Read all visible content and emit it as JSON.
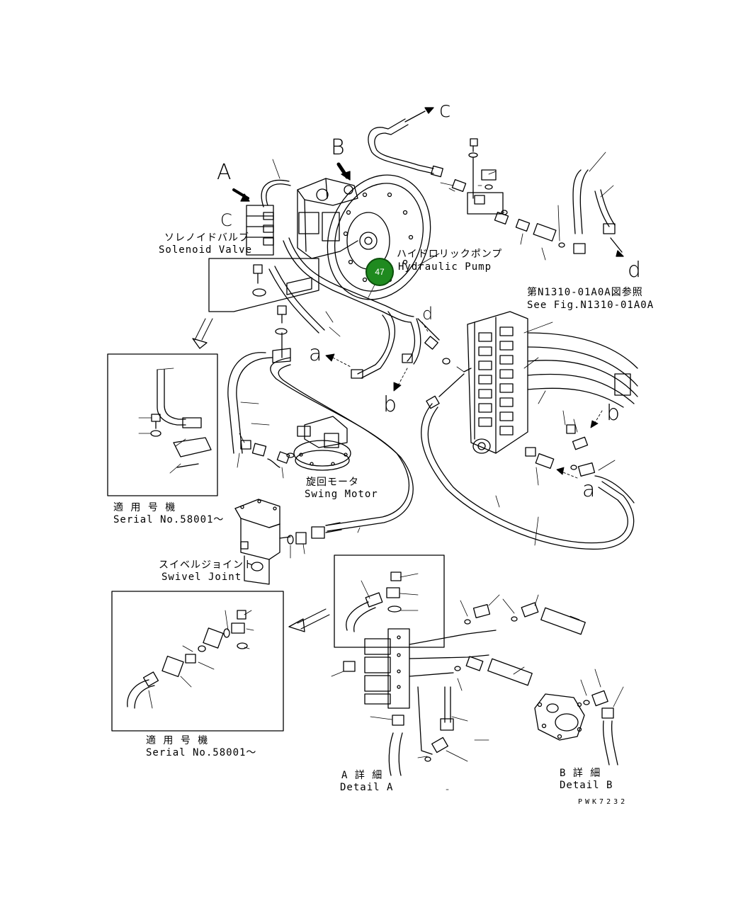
{
  "labels": {
    "solenoid_jp": "ソレノイドバルブ",
    "solenoid_en": "Solenoid Valve",
    "pump_jp": "ハイドロリックポンプ",
    "pump_en": "Hydraulic Pump",
    "ref_jp": "第N1310-01A0A図参照",
    "ref_en": "See Fig.N1310-01A0A",
    "swing_jp": "旋回モータ",
    "swing_en": "Swing Motor",
    "swivel_jp": "スイベルジョイント",
    "swivel_en": "Swivel Joint",
    "serial1_jp": "適 用 号 機",
    "serial1_en": "Serial No.58001～",
    "serial2_jp": "適 用 号 機",
    "serial2_en": "Serial No.58001～",
    "detail_a_jp": "A 詳 細",
    "detail_a_en": "Detail A",
    "detail_b_jp": "B 詳 細",
    "detail_b_en": "Detail B",
    "drawing_code": "PWK7232"
  },
  "letters": {
    "A": "A",
    "B": "B",
    "C": "C",
    "c": "c",
    "d1": "d",
    "d2": "d",
    "a1": "a",
    "a2": "a",
    "b1": "b",
    "b2": "b"
  },
  "hotspot": {
    "number": "47",
    "color": "#1f8a1f"
  }
}
